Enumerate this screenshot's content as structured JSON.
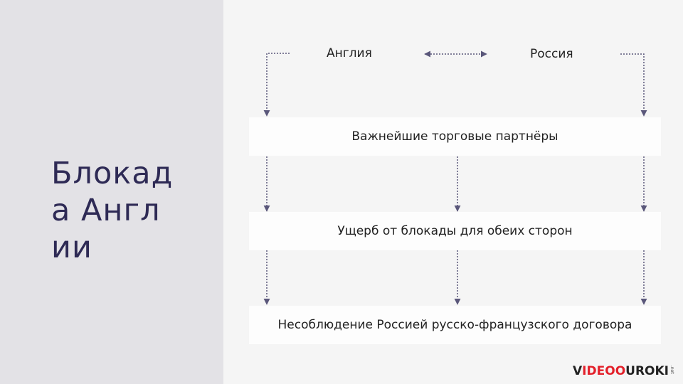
{
  "slide": {
    "title": "Блокада Англии"
  },
  "diagram": {
    "nodes": {
      "england": "Англия",
      "russia": "Россия"
    },
    "boxes": [
      "Важнейшие торговые партнёры",
      "Ущерб от блокады для обеих сторон",
      "Несоблюдение Россией русско-французского договора"
    ]
  },
  "colors": {
    "title": "#2e2a55",
    "connector": "#5a577a",
    "left_panel": "#e3e2e6"
  },
  "logo": {
    "part1": "V",
    "part2": "IDEO",
    "part3": "UROKI",
    "tld": ".net"
  }
}
